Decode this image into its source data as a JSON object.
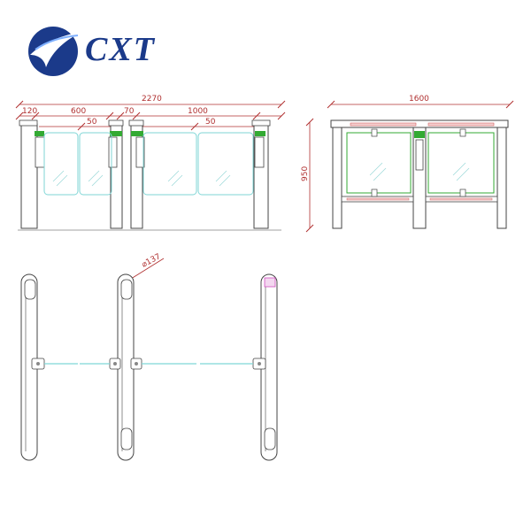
{
  "brand": {
    "name": "CXT",
    "logo_icon": "swoosh-globe-icon",
    "logo_color": "#1b3a8a"
  },
  "colors": {
    "line": "#444444",
    "dimension": "#b03030",
    "glass_edge": "#7fd6d6",
    "highlight_green": "#33aa33",
    "glass_hatch": "#9ad8d8",
    "reader_pink": "#d050c0"
  },
  "front_view": {
    "total_width": "2270",
    "post_width": "120",
    "left_gate": "600",
    "left_gap": "50",
    "center_gap": "70",
    "right_gate": "1000",
    "right_gap": "50"
  },
  "side_view": {
    "width": "1600",
    "height": "950"
  },
  "top_view": {
    "post_diameter": "⌀137"
  }
}
